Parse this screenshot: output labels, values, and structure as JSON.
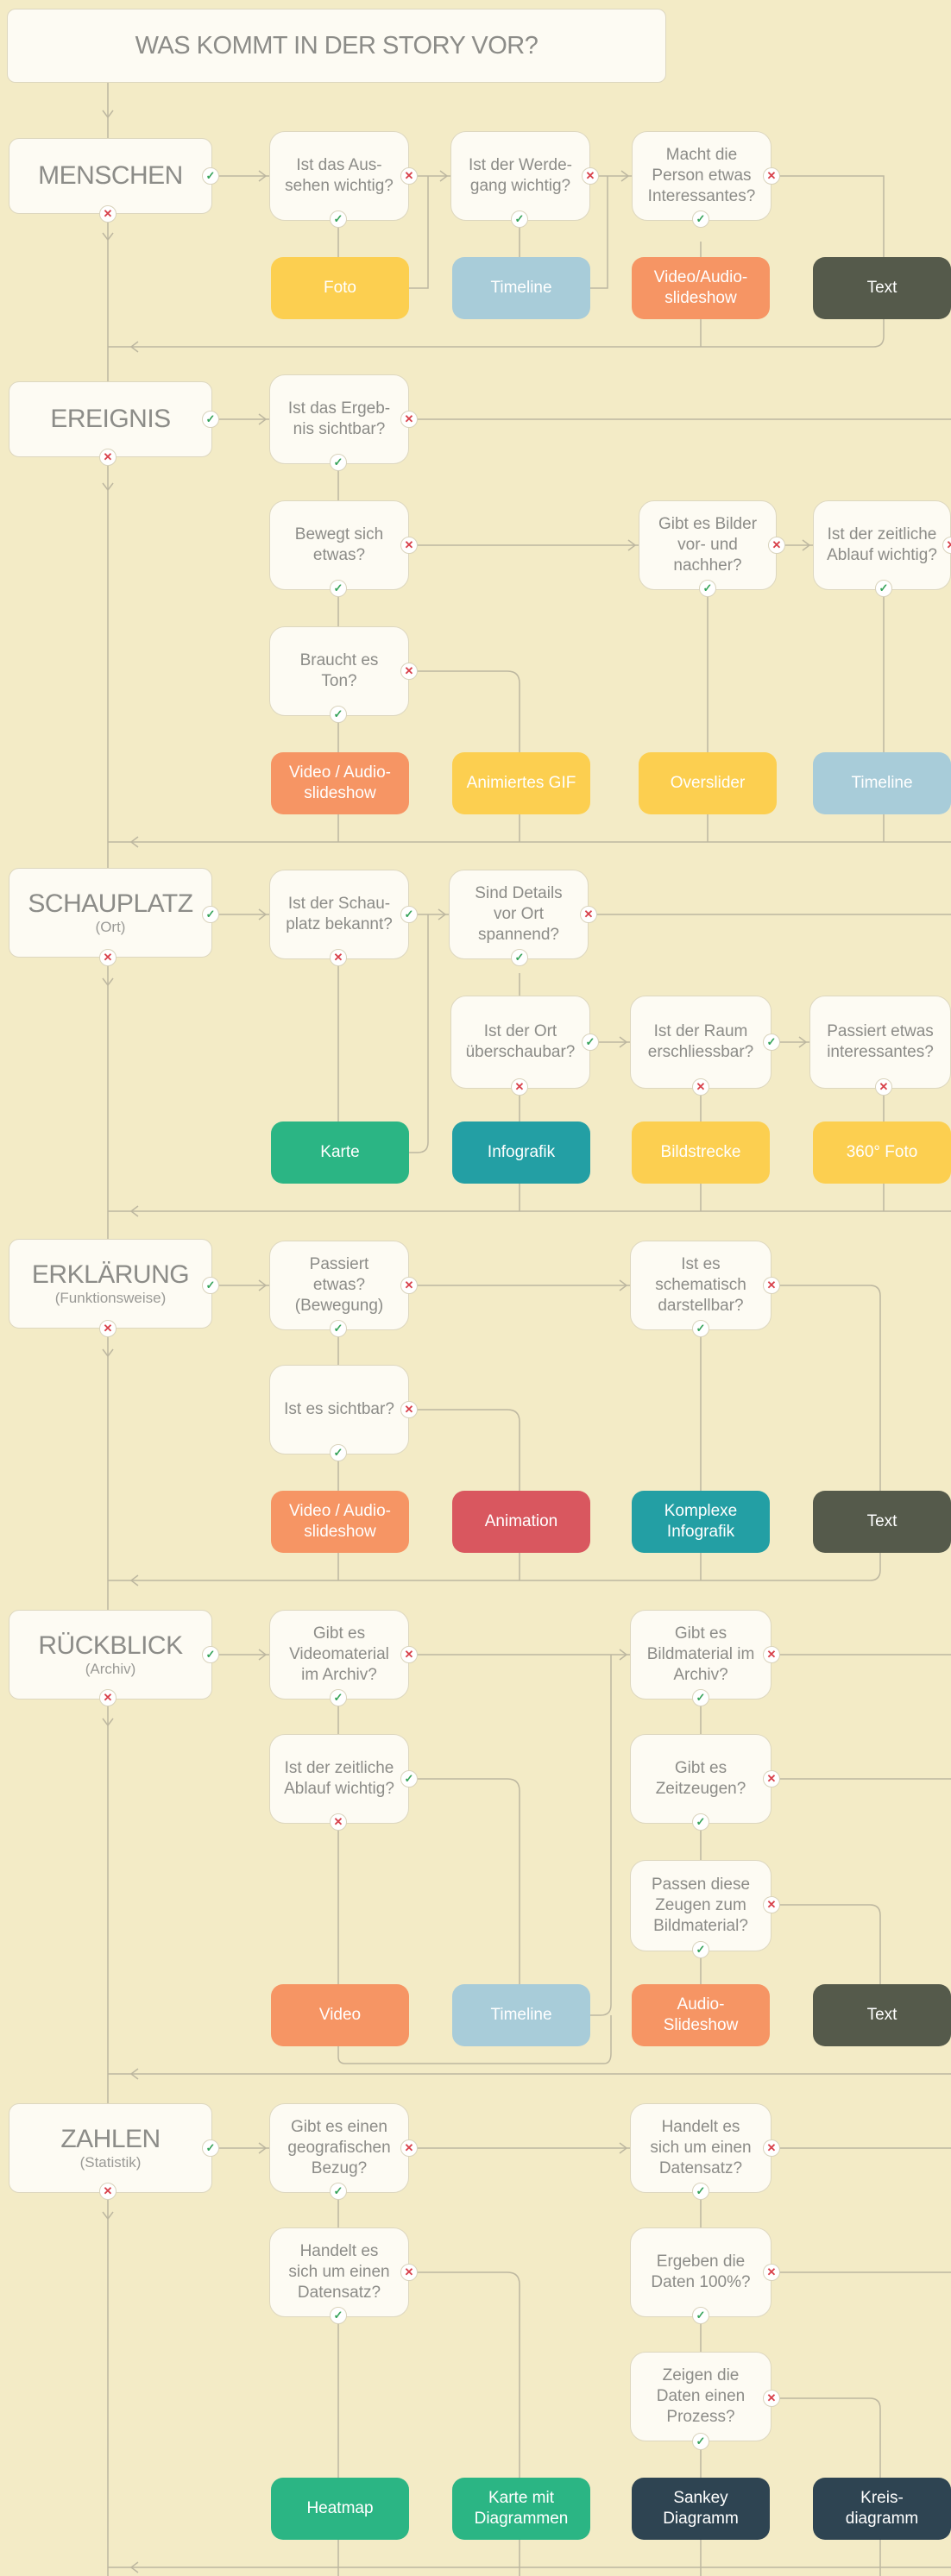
{
  "title": "WAS KOMMT IN DER STORY VOR?",
  "colors": {
    "background": "#f3ebc6",
    "yellow": "#fccf50",
    "light_blue": "#a8ccd9",
    "orange": "#f69564",
    "dark_olive": "#555a4b",
    "green": "#2bb584",
    "teal": "#239fa4",
    "red": "#d9575f",
    "navy": "#2e4452",
    "yes": "#36a35a",
    "no": "#d8404a"
  },
  "menschen": {
    "title": "MENSCHEN",
    "q1": "Ist das Aus-\nsehen wichtig?",
    "q2": "Ist der Werde-\ngang wichtig?",
    "q3": "Macht die\nPerson etwas\nInteressantes?",
    "r_foto": "Foto",
    "r_timeline": "Timeline",
    "r_video": "Video/Audio-\nslideshow",
    "r_text": "Text"
  },
  "ereignis": {
    "title": "EREIGNIS",
    "q1": "Ist das Ergeb-\nnis sichtbar?",
    "q2": "Bewegt sich\netwas?",
    "q3": "Gibt es Bilder\nvor- und\nnachher?",
    "q4": "Ist der zeitliche\nAblauf wichtig?",
    "q5": "Braucht es\nTon?",
    "r_video": "Video / Audio-\nslideshow",
    "r_gif": "Animiertes GIF",
    "r_overslider": "Overslider",
    "r_timeline": "Timeline"
  },
  "schauplatz": {
    "title": "SCHAUPLATZ",
    "subtitle": "(Ort)",
    "q1": "Ist der Schau-\nplatz bekannt?",
    "q2": "Sind Details\nvor Ort\nspannend?",
    "q3": "Ist der Ort\nüberschaubar?",
    "q4": "Ist der Raum\nerschliessbar?",
    "q5": "Passiert etwas\ninteressantes?",
    "r_karte": "Karte",
    "r_infografik": "Infografik",
    "r_bildstrecke": "Bildstrecke",
    "r_360": "360° Foto"
  },
  "erklaerung": {
    "title": "ERKLÄRUNG",
    "subtitle": "(Funktionsweise)",
    "q1": "Passiert\netwas?\n(Bewegung)",
    "q2": "Ist es\nschematisch\ndarstellbar?",
    "q3": "Ist es sichtbar?",
    "r_video": "Video / Audio-\nslideshow",
    "r_animation": "Animation",
    "r_komplex": "Komplexe\nInfografik",
    "r_text": "Text"
  },
  "rueckblick": {
    "title": "RÜCKBLICK",
    "subtitle": "(Archiv)",
    "q1": "Gibt es\nVideomaterial\nim Archiv?",
    "q2": "Gibt es\nBildmaterial im\nArchiv?",
    "q3": "Ist der zeitliche\nAblauf wichtig?",
    "q4": "Gibt es\nZeitzeugen?",
    "q5": "Passen diese\nZeugen zum\nBildmaterial?",
    "r_video": "Video",
    "r_timeline": "Timeline",
    "r_audio": "Audio-\nSlideshow",
    "r_text": "Text"
  },
  "zahlen": {
    "title": "ZAHLEN",
    "subtitle": "(Statistik)",
    "q1": "Gibt es einen\ngeografischen\nBezug?",
    "q2": "Handelt es\nsich um einen\nDatensatz?",
    "q3": "Handelt es\nsich um einen\nDatensatz?",
    "q4": "Ergeben die\nDaten 100%?",
    "q5": "Zeigen die\nDaten einen\nProzess?",
    "r_heatmap": "Heatmap",
    "r_karte": "Karte mit\nDiagrammen",
    "r_sankey": "Sankey\nDiagramm",
    "r_kreis": "Kreis-\ndiagramm"
  }
}
